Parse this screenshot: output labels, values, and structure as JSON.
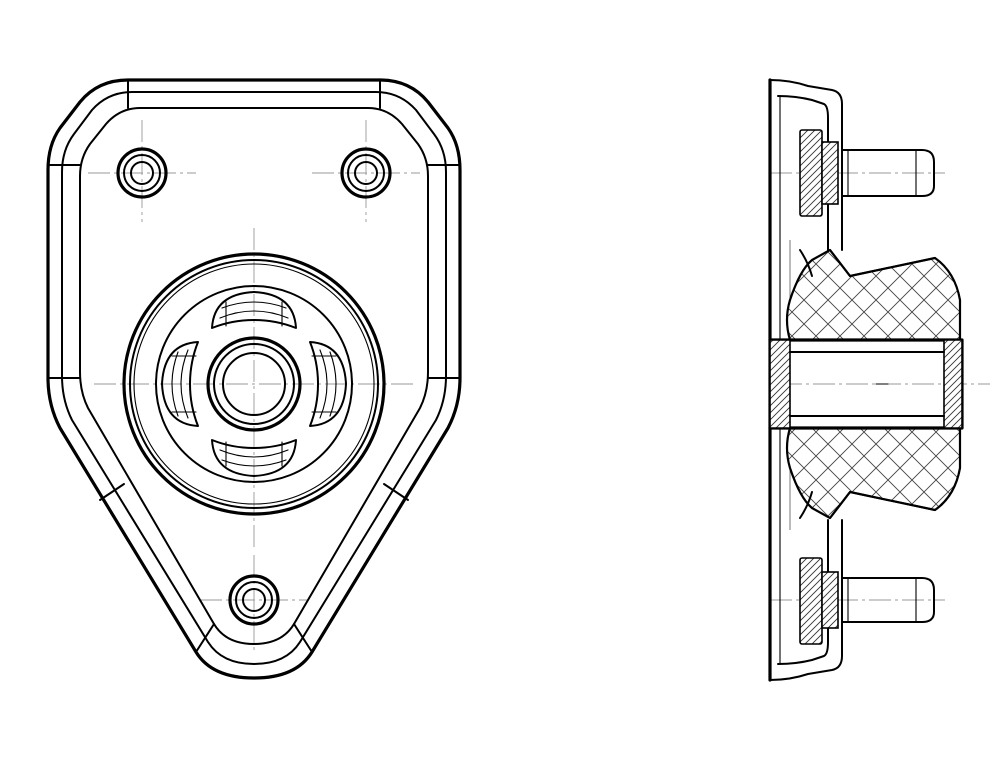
{
  "drawing": {
    "views": [
      "front-view",
      "side-section-view"
    ],
    "colors": {
      "line": "#000000",
      "centerline": "#999999",
      "background": "#ffffff"
    },
    "front_view": {
      "mounting_holes": 3,
      "bushing_lugs": 4
    },
    "side_view": {
      "studs": 2,
      "rubber_section": "cross-hatched"
    }
  }
}
